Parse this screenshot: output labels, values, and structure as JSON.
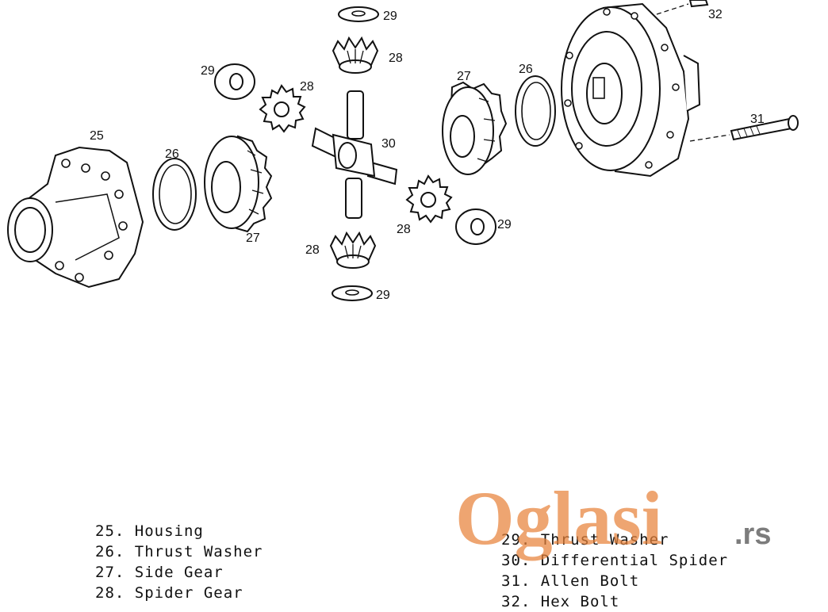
{
  "callouts": {
    "c25": "25",
    "c26a": "26",
    "c26b": "26",
    "c27a": "27",
    "c27b": "27",
    "c28a": "28",
    "c28b": "28",
    "c28c": "28",
    "c28d": "28",
    "c29a": "29",
    "c29b": "29",
    "c29c": "29",
    "c29d": "29",
    "c30": "30",
    "c31": "31",
    "c32": "32"
  },
  "legend": {
    "left": [
      "25. Housing",
      "26. Thrust Washer",
      "27. Side Gear",
      "28. Spider Gear"
    ],
    "right": [
      "29. Thrust Washer",
      "30. Differential Spider",
      "31. Allen Bolt",
      "32. Hex Bolt"
    ]
  },
  "watermark": {
    "brand": "Oglasi",
    "suffix": ".rs",
    "color": "#e8823a"
  }
}
